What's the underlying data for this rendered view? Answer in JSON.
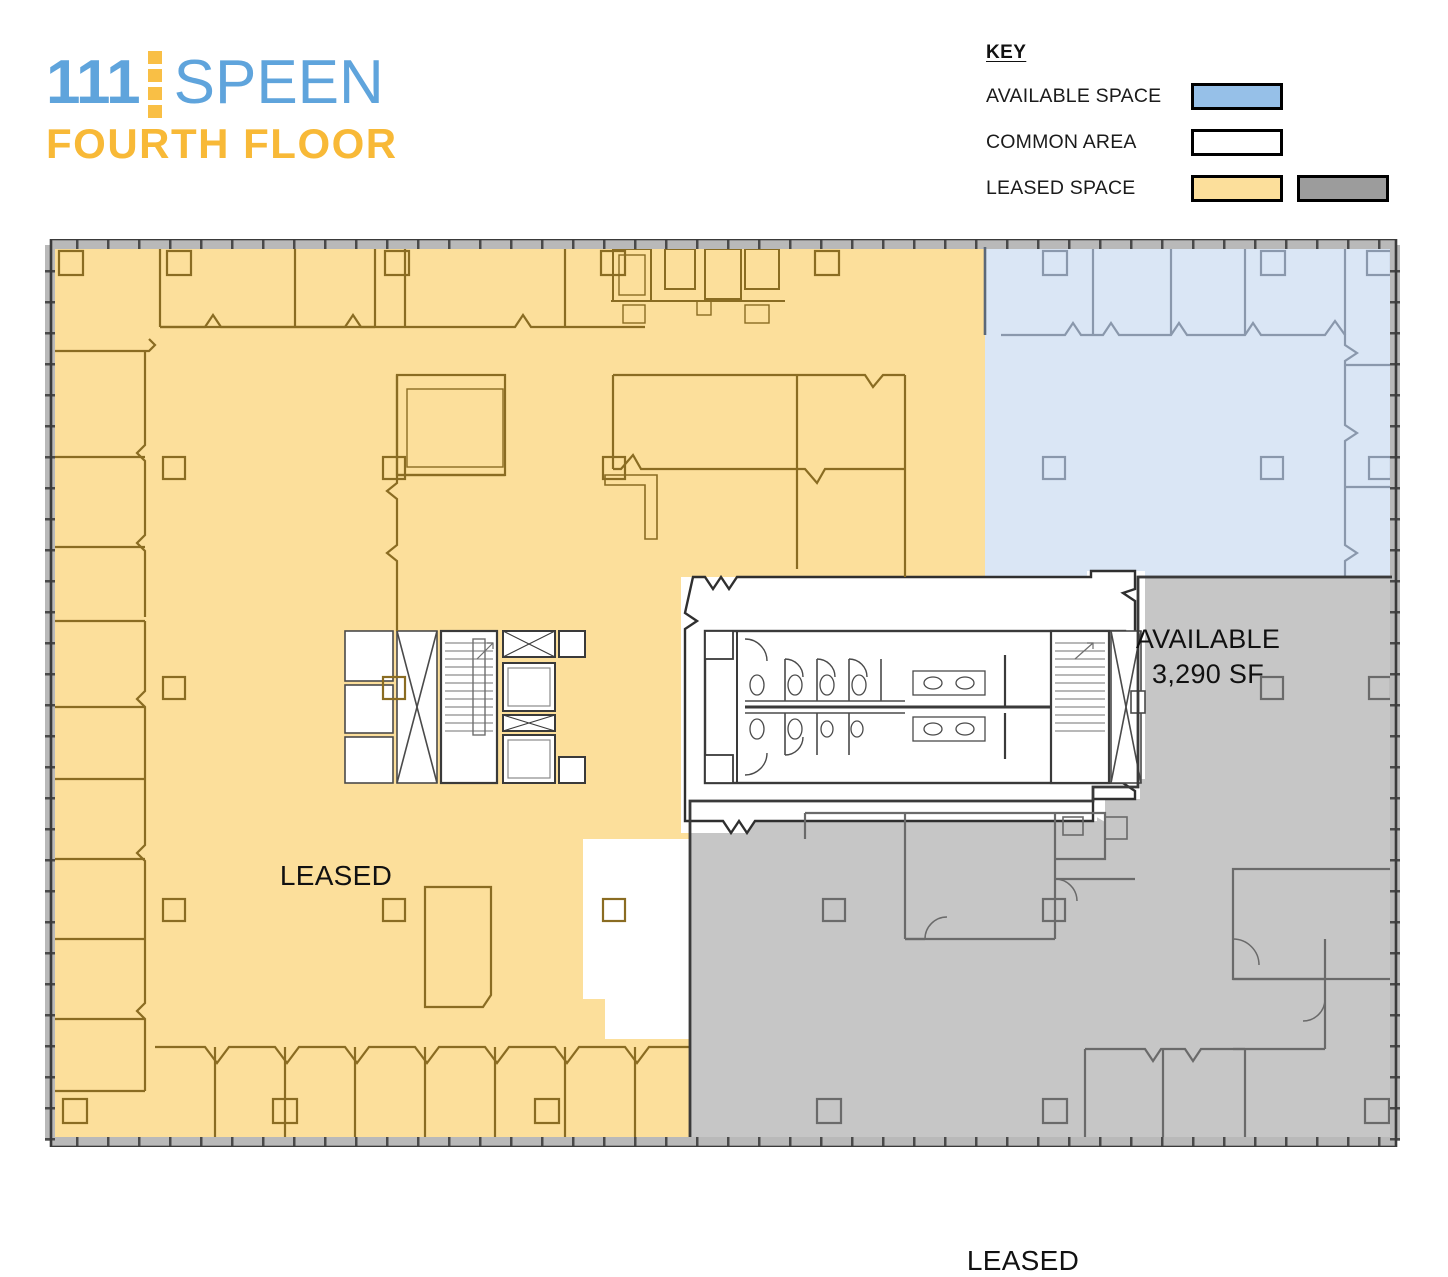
{
  "brand": {
    "number": "111",
    "name": "SPEEN",
    "floor": "FOURTH FLOOR",
    "blue": "#5FA4DC",
    "gold": "#F8B937"
  },
  "key": {
    "title": "KEY",
    "rows": [
      {
        "label": "AVAILABLE SPACE",
        "swatches": [
          "#96C0E8"
        ]
      },
      {
        "label": "COMMON AREA",
        "swatches": [
          "#FFFFFF"
        ]
      },
      {
        "label": "LEASED SPACE",
        "swatches": [
          "#FCDF9B",
          "#9C9C9C"
        ]
      }
    ]
  },
  "plan": {
    "colors": {
      "leased_yellow": "#FCDF9B",
      "leased_gray": "#C6C6C6",
      "available_blue": "#DAE6F5",
      "common_white": "#FFFFFF",
      "wall_dark": "#4A4A4A",
      "wall_yellow_line": "#8A6C22",
      "wall_blue_line": "#8A98AC"
    },
    "labels": {
      "leased_left": "LEASED",
      "leased_right": "LEASED",
      "available_title": "AVAILABLE",
      "available_area": "3,290 SF"
    }
  }
}
